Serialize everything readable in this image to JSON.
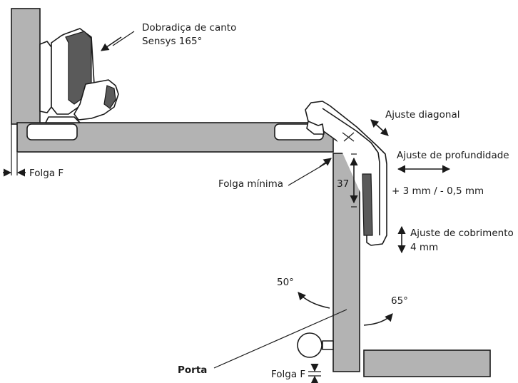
{
  "labels": {
    "hinge_name_line1": "Dobradiça de canto",
    "hinge_name_line2": "Sensys 165°",
    "diagonal_adjust": "Ajuste diagonal",
    "depth_adjust": "Ajuste de profundidade",
    "depth_values": "+ 3 mm /  - 0,5 mm",
    "min_gap": "Folga mínima",
    "dimension_37": "37",
    "cover_adjust_line1": "Ajuste de cobrimento",
    "cover_adjust_line2": "4 mm",
    "gap_f_top": "Folga F",
    "gap_f_bottom": "Folga F",
    "angle_50": "50°",
    "angle_65": "65°",
    "door": "Porta"
  },
  "colors": {
    "panel": "#b3b3b3",
    "stroke": "#1a1a1a",
    "background": "#ffffff"
  }
}
